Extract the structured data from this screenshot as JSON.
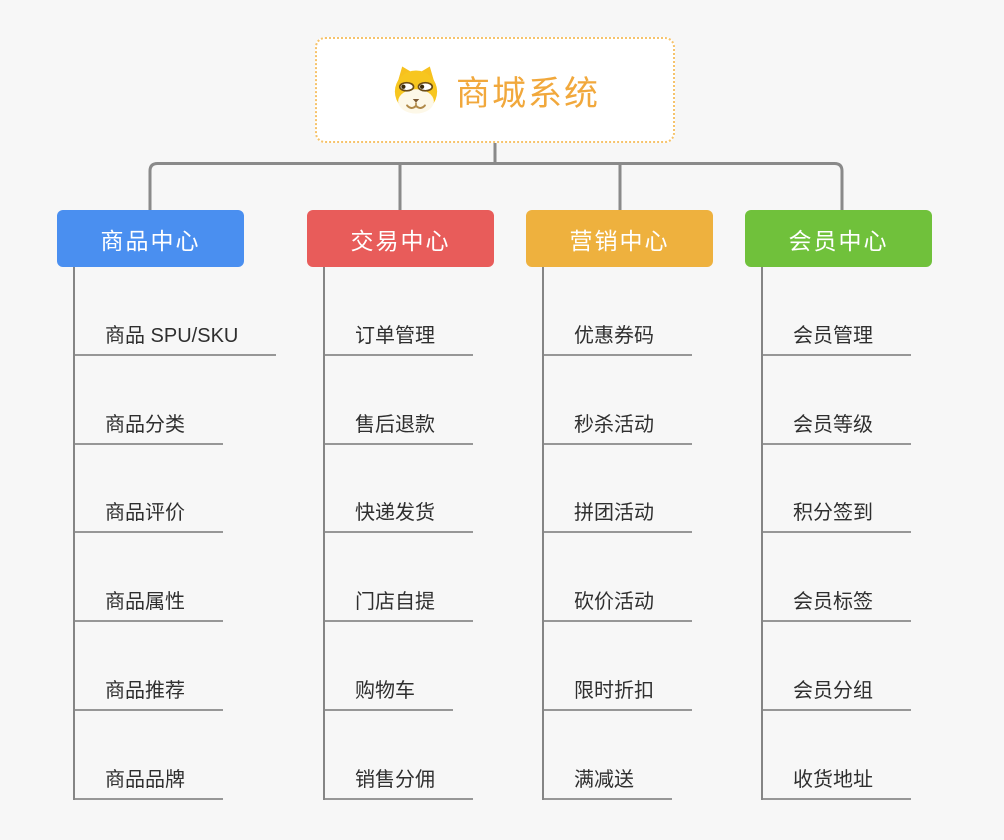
{
  "page": {
    "background_color": "#f7f7f7",
    "connector_color": "#8a8a8a"
  },
  "root": {
    "title": "商城系统",
    "icon": "doge-icon",
    "title_color": "#f1a83c",
    "border_color": "#f6c36b"
  },
  "branches": [
    {
      "label": "商品中心",
      "color": "#4a8ff0",
      "items": [
        "商品 SPU/SKU",
        "商品分类",
        "商品评价",
        "商品属性",
        "商品推荐",
        "商品品牌"
      ]
    },
    {
      "label": "交易中心",
      "color": "#e85c5a",
      "items": [
        "订单管理",
        "售后退款",
        "快递发货",
        "门店自提",
        "购物车",
        "销售分佣"
      ]
    },
    {
      "label": "营销中心",
      "color": "#eeb13e",
      "items": [
        "优惠券码",
        "秒杀活动",
        "拼团活动",
        "砍价活动",
        "限时折扣",
        "满减送"
      ]
    },
    {
      "label": "会员中心",
      "color": "#70c13b",
      "items": [
        "会员管理",
        "会员等级",
        "积分签到",
        "会员标签",
        "会员分组",
        "收货地址"
      ]
    }
  ]
}
